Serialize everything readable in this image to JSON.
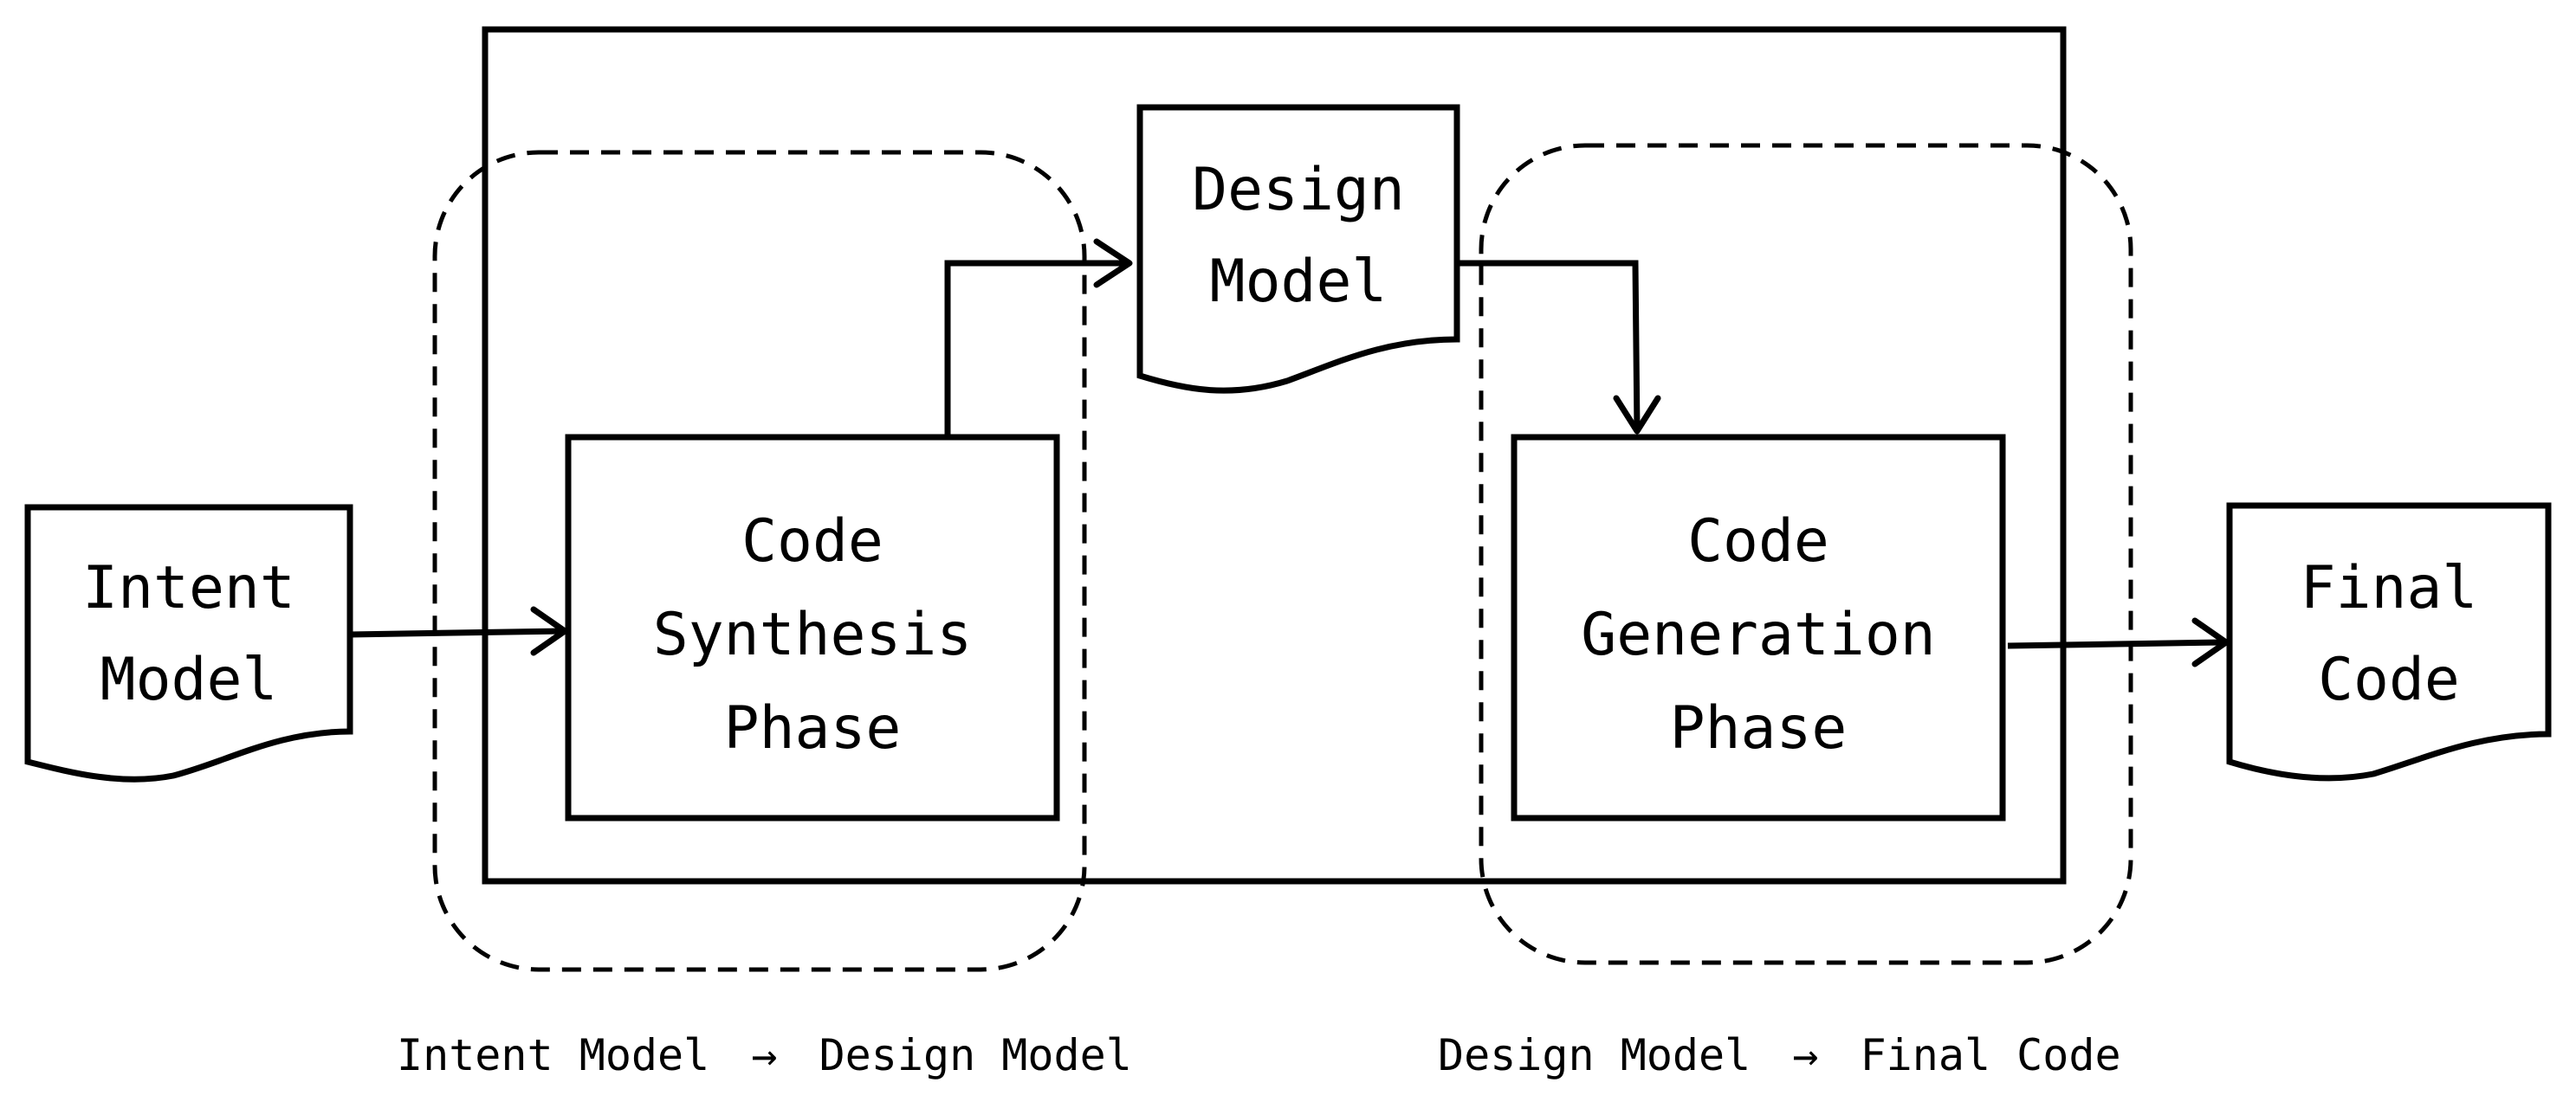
{
  "nodes": {
    "intent_model": {
      "lines": [
        "Intent",
        "Model"
      ]
    },
    "design_model": {
      "lines": [
        "Design",
        "Model"
      ]
    },
    "final_code": {
      "lines": [
        "Final",
        "Code"
      ]
    },
    "code_synthesis": {
      "lines": [
        "Code",
        "Synthesis",
        "Phase"
      ]
    },
    "code_generation": {
      "lines": [
        "Code",
        "Generation",
        "Phase"
      ]
    }
  },
  "captions": {
    "left": {
      "from": "Intent Model",
      "arrow": "→",
      "to": "Design Model"
    },
    "right": {
      "from": "Design Model",
      "arrow": "→",
      "to": "Final Code"
    }
  }
}
